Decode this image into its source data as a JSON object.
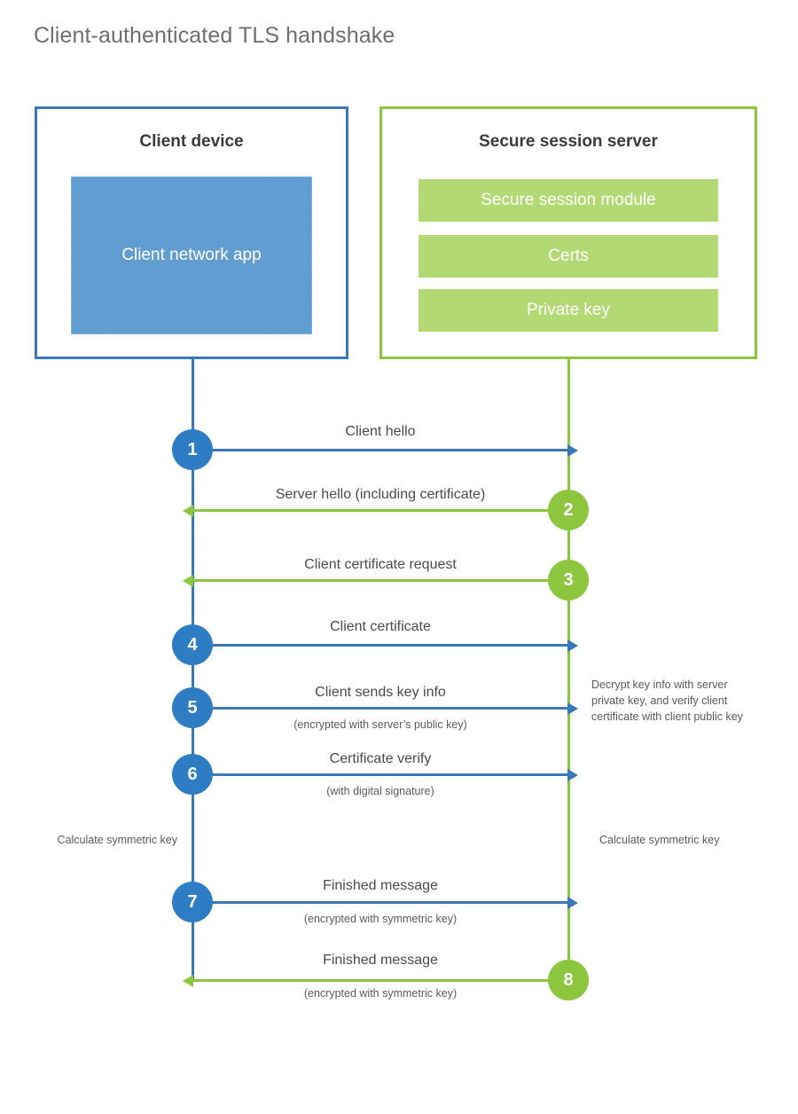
{
  "diagram": {
    "title": "Client-authenticated TLS handshake",
    "colors": {
      "client_blue": "#3a77b5",
      "client_circle_blue": "#2e7cc3",
      "client_fill_blue": "#629dd1",
      "server_green": "#8cc63e",
      "server_fill_green": "#b3d975",
      "title_gray": "#6d6e70",
      "text_gray": "#4a4a4a"
    }
  },
  "client": {
    "title": "Client device",
    "app_label": "Client network app"
  },
  "server": {
    "title": "Secure session server",
    "components": [
      {
        "label": "Secure session module"
      },
      {
        "label": "Certs"
      },
      {
        "label": "Private key"
      }
    ]
  },
  "steps": [
    {
      "number": "1",
      "label": "Client hello",
      "sublabel": "",
      "direction": "client-to-server",
      "origin": "client"
    },
    {
      "number": "2",
      "label": "Server hello (including certificate)",
      "sublabel": "",
      "direction": "server-to-client",
      "origin": "server"
    },
    {
      "number": "3",
      "label": "Client certificate request",
      "sublabel": "",
      "direction": "server-to-client",
      "origin": "server"
    },
    {
      "number": "4",
      "label": "Client certificate",
      "sublabel": "",
      "direction": "client-to-server",
      "origin": "client"
    },
    {
      "number": "5",
      "label": "Client sends key info",
      "sublabel": "(encrypted with server’s public key)",
      "direction": "client-to-server",
      "origin": "client"
    },
    {
      "number": "6",
      "label": "Certificate verify",
      "sublabel": "(with digital signature)",
      "direction": "client-to-server",
      "origin": "client"
    },
    {
      "number": "7",
      "label": "Finished message",
      "sublabel": "(encrypted with symmetric key)",
      "direction": "client-to-server",
      "origin": "client"
    },
    {
      "number": "8",
      "label": "Finished message",
      "sublabel": "(encrypted with symmetric key)",
      "direction": "server-to-client",
      "origin": "server"
    }
  ],
  "annotations": {
    "server_decrypt": "Decrypt key info with server private key, and verify client certificate with client public key",
    "client_calculate": "Calculate symmetric key",
    "server_calculate": "Calculate symmetric key"
  }
}
